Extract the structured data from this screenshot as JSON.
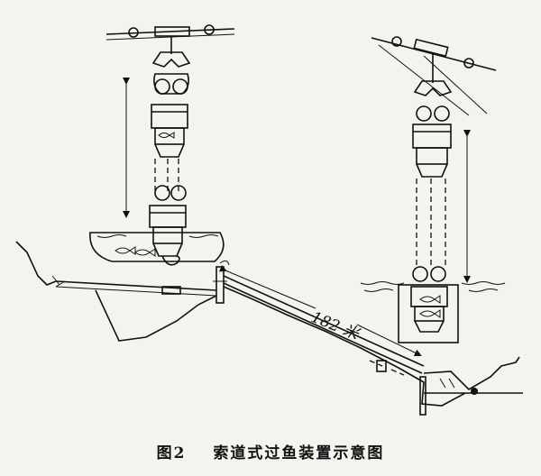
{
  "figure": {
    "caption_number": "图2",
    "caption_text": "索道式过鱼装置示意图"
  },
  "annotations": {
    "distance_value": "182",
    "distance_unit": "米"
  }
}
